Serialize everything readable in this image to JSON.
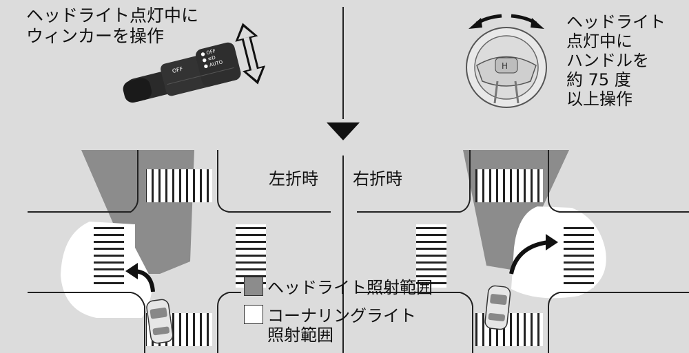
{
  "captions": {
    "lever": [
      "ヘッドライト点灯中に",
      "ウィンカーを操作"
    ],
    "wheel": [
      "ヘッドライト",
      "点灯中に",
      "ハンドルを",
      "約 75 度",
      "以上操作"
    ]
  },
  "panels": {
    "left_turn": "左折時",
    "right_turn": "右折時"
  },
  "lever_labels": {
    "off": "OFF",
    "modes": [
      "● OFF",
      "● ≡D",
      "● AUTO"
    ]
  },
  "legend": {
    "headlight_label": "ヘッドライト照射範囲",
    "cornering_line1": "コーナリングライト",
    "cornering_line2": "照射範囲",
    "headlight_color": "#8c8c8c",
    "cornering_color": "#ffffff"
  },
  "colors": {
    "background": "#dcdcdc",
    "headlight_beam": "#8c8c8c",
    "cornering_beam": "#ffffff",
    "lines": "#222222"
  },
  "icons": [
    "lever-stalk-icon",
    "up-down-arrow-icon",
    "steering-wheel-icon",
    "rotation-arrows-icon",
    "down-triangle-icon",
    "car-icon",
    "turn-arrow-icon"
  ]
}
